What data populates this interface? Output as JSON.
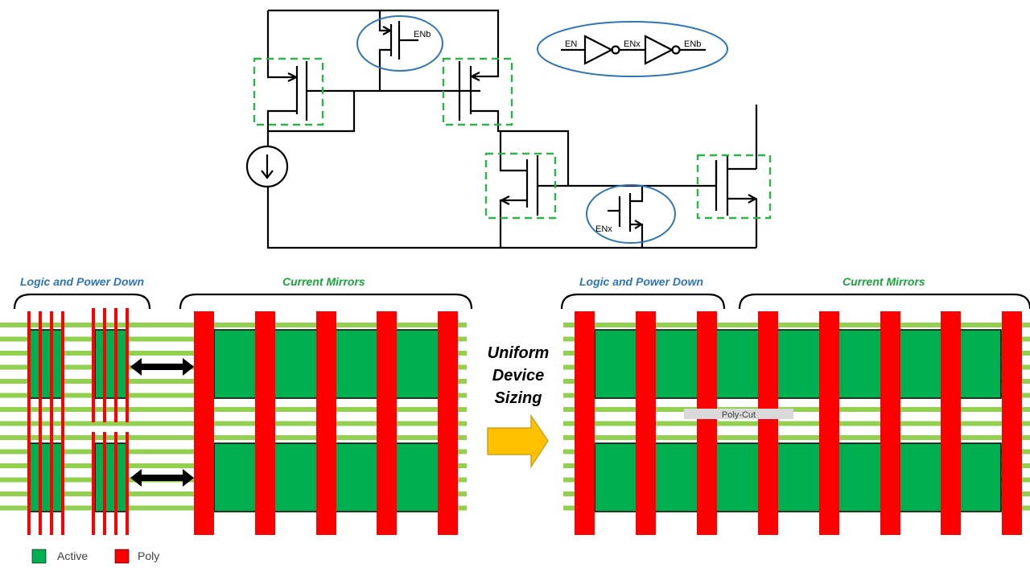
{
  "colors": {
    "active": "#00b050",
    "poly": "#ff0000",
    "metal_track": "#92d050",
    "logic_label": "#2e75b6",
    "mirror_label": "#1aa33c",
    "highlight_dash": "#2db34a",
    "ellipse": "#2e75b6",
    "arrow_fill": "#ffc000",
    "polycut": "#d9d9d9"
  },
  "schematic": {
    "enb_label": "ENb",
    "enx_label": "ENx",
    "inverter_chain": {
      "in": "EN",
      "mid": "ENx",
      "out": "ENb"
    },
    "current_source_icon": "downward-arrow-icon"
  },
  "left_layout": {
    "logic_label": "Logic and Power Down",
    "mirror_label": "Current Mirrors",
    "spacing_arrow_icon": "double-headed-arrow-icon"
  },
  "center": {
    "title_line1": "Uniform",
    "title_line2": "Device",
    "title_line3": "Sizing",
    "arrow_icon": "right-block-arrow-icon"
  },
  "right_layout": {
    "logic_label": "Logic and Power Down",
    "mirror_label": "Current Mirrors",
    "polycut_label": "Poly-Cut"
  },
  "legend": {
    "active_label": "Active",
    "poly_label": "Poly"
  }
}
